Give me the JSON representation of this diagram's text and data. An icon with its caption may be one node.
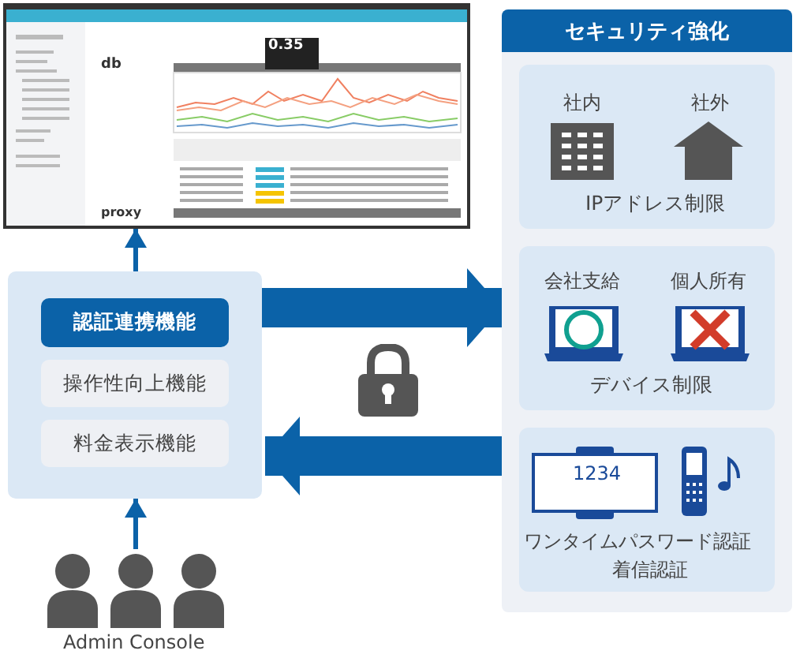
{
  "diagram": {
    "nodes": [
      {
        "text": [
          "0.35",
          "db",
          "proxy"
        ]
      },
      {
        "text": [],
        "shape": "box"
      },
      {
        "text": [
          "認証連携機能"
        ],
        "in": 1
      },
      {
        "text": [
          "操作性向上機能"
        ],
        "in": 1
      },
      {
        "text": [
          "料金表示機能"
        ],
        "in": 1
      },
      {
        "text": [
          "Admin Console"
        ]
      },
      {
        "text": [
          "セキュリティ強化"
        ]
      },
      {
        "text": [
          "社内",
          "社外",
          "IPアドレス制限"
        ],
        "in": 6
      },
      {
        "text": [
          "会社支給",
          "個人所有",
          "デバイス制限"
        ],
        "in": 6
      },
      {
        "text": [
          "1234",
          "ワンタイムパスワード認証",
          "着信認証"
        ],
        "in": 6
      }
    ],
    "edges": [
      {
        "from": 1,
        "to": 0,
        "arrow": "to"
      },
      {
        "from": 5,
        "to": 1,
        "arrow": "to"
      },
      {
        "from": 1,
        "to": 6,
        "arrow": "to",
        "style": "thick"
      },
      {
        "from": 6,
        "to": 1,
        "arrow": "to",
        "style": "thick"
      }
    ]
  }
}
